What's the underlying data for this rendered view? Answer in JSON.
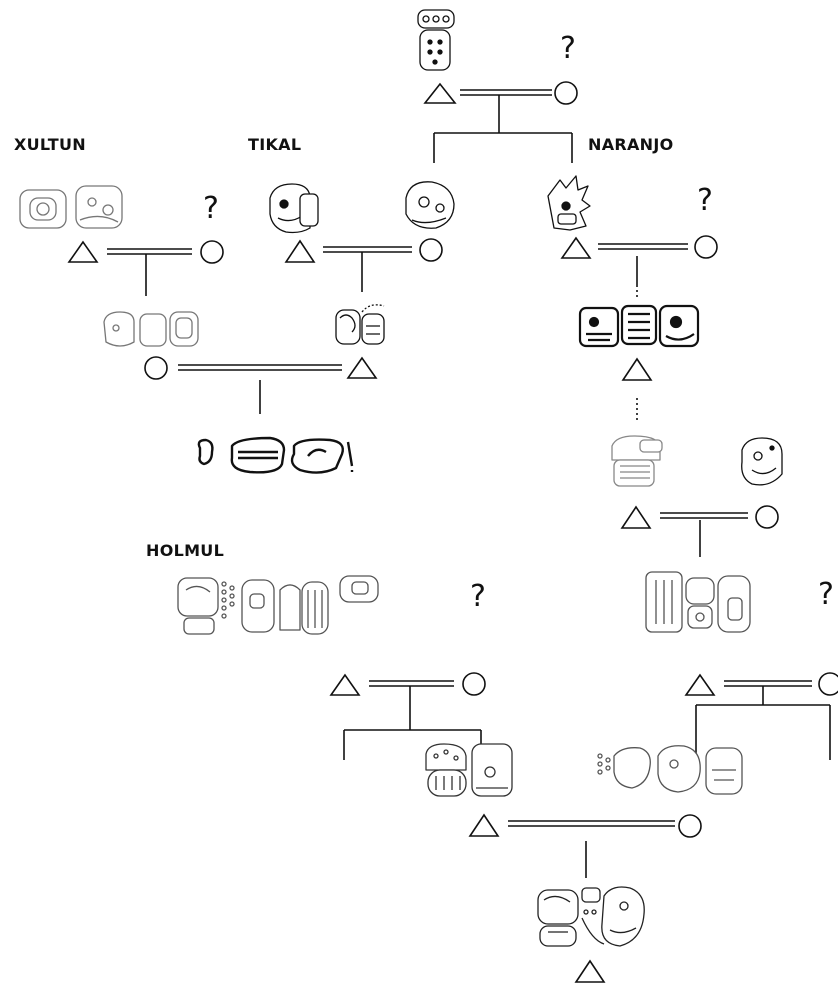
{
  "diagram": {
    "sites": {
      "xultun": "XULTUN",
      "tikal": "TIKAL",
      "naranjo": "NARANJO",
      "holmul": "HOLMUL"
    },
    "unknown_marker": "?",
    "symbols": {
      "male": "triangle",
      "female": "circle",
      "marriage": "double-line",
      "descent": "single-line",
      "uncertain_descent": "dotted-line"
    },
    "glyph_style": {
      "ink": "#111111",
      "paper": "#ffffff",
      "shade": "#888888"
    }
  }
}
